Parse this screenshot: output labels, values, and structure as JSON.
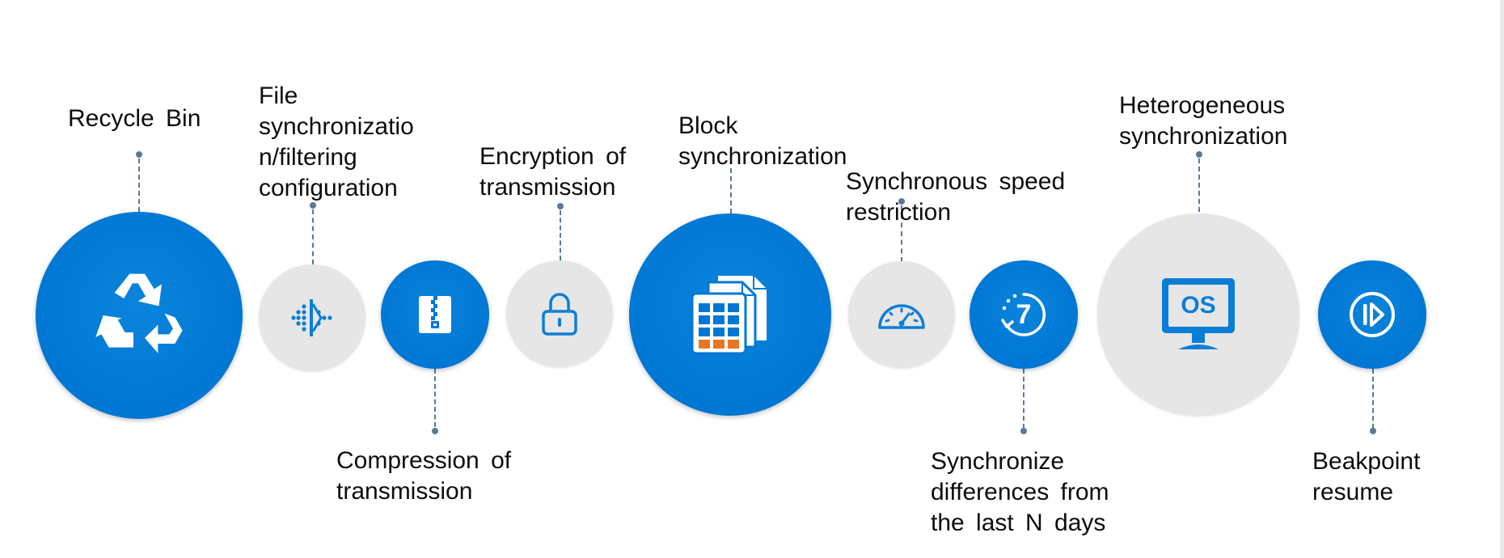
{
  "features": [
    {
      "id": "recycle-bin",
      "style": "blue",
      "icon": "recycle-icon",
      "label_lines": [
        "Recycle  Bin"
      ]
    },
    {
      "id": "file-sync-filter",
      "style": "gray",
      "icon": "filter-sync-icon",
      "label_lines": [
        "File",
        "synchronizatio",
        "n/filtering",
        "configuration"
      ]
    },
    {
      "id": "compression",
      "style": "blue",
      "icon": "zip-file-icon",
      "label_lines": [
        "Compression  of",
        "transmission"
      ]
    },
    {
      "id": "encryption",
      "style": "gray",
      "icon": "lock-icon",
      "label_lines": [
        "Encryption  of",
        "transmission"
      ]
    },
    {
      "id": "block-sync",
      "style": "blue",
      "icon": "block-documents-icon",
      "label_lines": [
        "Block",
        "synchronization"
      ]
    },
    {
      "id": "speed-restriction",
      "style": "gray",
      "icon": "speedometer-icon",
      "label_lines": [
        "Synchronous  speed",
        "restriction"
      ]
    },
    {
      "id": "last-n-days",
      "style": "blue",
      "icon": "history-seven-icon",
      "label_lines": [
        "Synchronize",
        "differences  from",
        "the  last  N  days"
      ],
      "icon_text": "7"
    },
    {
      "id": "heterogeneous",
      "style": "gray",
      "icon": "os-monitor-icon",
      "label_lines": [
        "Heterogeneous",
        "synchronization"
      ],
      "icon_text": "OS"
    },
    {
      "id": "breakpoint-resume",
      "style": "blue",
      "icon": "resume-icon",
      "label_lines": [
        "Beakpoint",
        "resume"
      ]
    }
  ],
  "colors": {
    "blue": "#0077d4",
    "gray": "#e6e6e6",
    "connector": "#5c7896",
    "text": "#0d0d0d",
    "accent_orange": "#e87722"
  }
}
